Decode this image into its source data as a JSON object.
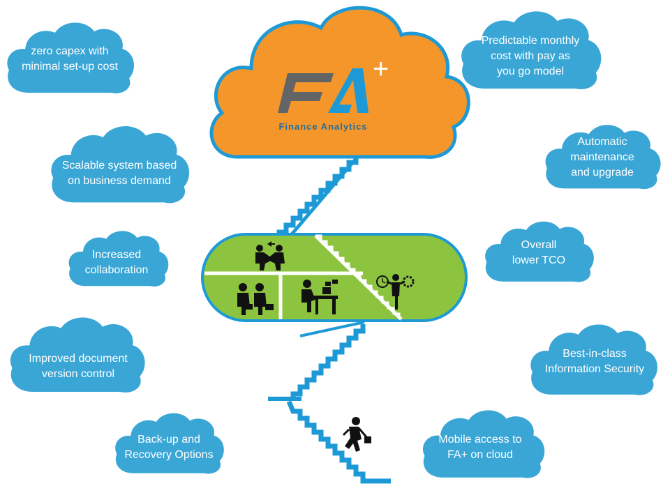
{
  "logo": {
    "mark": "FA",
    "plus": "+",
    "tagline": "Finance Analytics"
  },
  "colors": {
    "cloud_blue": "#3aa6d6",
    "cloud_stroke": "#ffffff",
    "center_cloud": "#f5962a",
    "center_stroke": "#1d9ad6",
    "capsule_green": "#8cc43f",
    "stair_blue": "#1d9ad6",
    "logo_gray": "#636466",
    "logo_blue": "#1d9ad6"
  },
  "benefits_left": [
    {
      "line1": "zero capex with",
      "line2": "minimal set-up cost"
    },
    {
      "line1": "Scalable system based",
      "line2": "on business demand"
    },
    {
      "line1": "Increased",
      "line2": "collaboration"
    },
    {
      "line1": "Improved document",
      "line2": "version control"
    },
    {
      "line1": "Back-up and",
      "line2": "Recovery Options"
    }
  ],
  "benefits_right": [
    {
      "line1": "Predictable monthly",
      "line2": "cost  with pay as",
      "line3": "you go model"
    },
    {
      "line1": "Automatic",
      "line2": "maintenance",
      "line3": "and upgrade"
    },
    {
      "line1": "Overall",
      "line2": "lower TCO"
    },
    {
      "line1": "Best-in-class",
      "line2": "Information Security"
    },
    {
      "line1": "Mobile access to",
      "line2": "FA+ on cloud"
    }
  ],
  "icons": {
    "handshake": "handshake-icon",
    "meeting": "business-people-icon",
    "desk": "desk-worker-icon",
    "manager": "time-settings-manager-icon",
    "climber": "climbing-businessman-icon"
  }
}
